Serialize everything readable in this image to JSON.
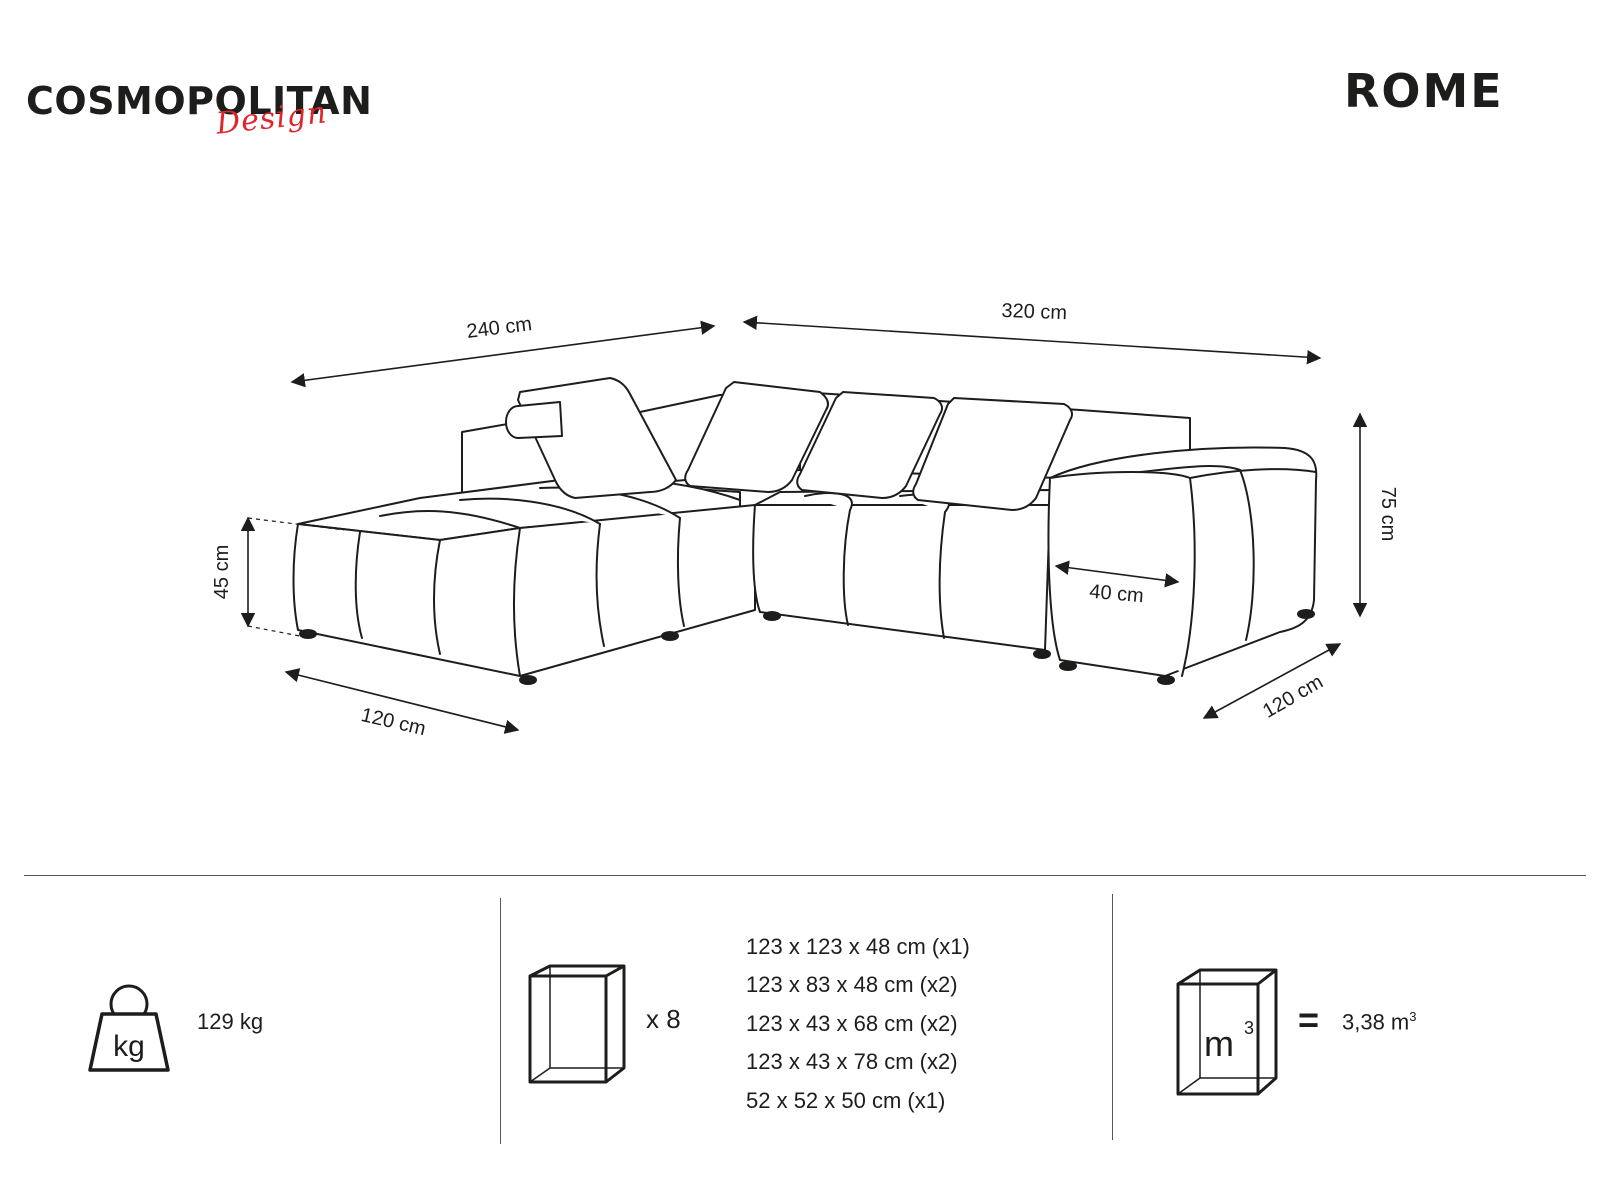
{
  "header": {
    "brand_name": "COSMOPOLITAN",
    "brand_script": "Design",
    "product_name": "ROME"
  },
  "dimensions": {
    "width_left": "240 cm",
    "width_right": "320 cm",
    "height_total": "75 cm",
    "seat_height": "45 cm",
    "depth_left": "120 cm",
    "depth_right": "120 cm",
    "armrest_width": "40 cm"
  },
  "specs": {
    "weight_icon_label": "kg",
    "weight_value": "129 kg",
    "package_count": "x 8",
    "packages": [
      "123 x 123 x 48 cm (x1)",
      "123 x 83 x 48 cm (x2)",
      "123 x 43 x 68 cm (x2)",
      "123 x 43 x 78 cm (x2)",
      "52 x 52 x 50 cm (x1)"
    ],
    "volume_icon_label": "m",
    "volume_icon_sup": "3",
    "equals_sign": "=",
    "volume_value": "3,38 m",
    "volume_sup": "3"
  }
}
